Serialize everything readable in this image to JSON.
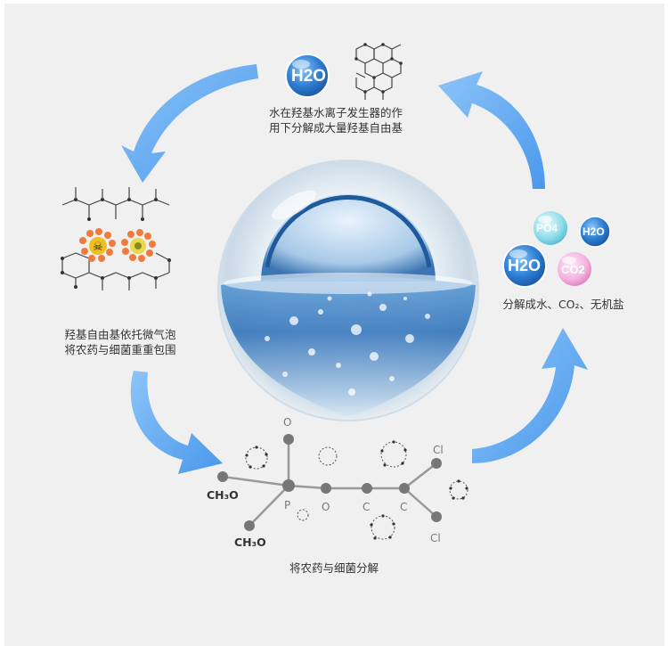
{
  "steps": {
    "top": {
      "line1": "水在羟基水离子发生器的作",
      "line2": "用下分解成大量羟基自由基"
    },
    "left": {
      "line1": "羟基自由基依托微气泡",
      "line2": "将农药与细菌重重包围"
    },
    "bottom": {
      "line1": "将农药与细菌分解"
    },
    "right": {
      "line1": "分解成水、CO₂、无机盐"
    }
  },
  "bubbles": {
    "h2o": "H2O",
    "po4": "PO4",
    "co2": "CO2"
  },
  "molecule": {
    "ch3o_a": "CH₃O",
    "ch3o_b": "CH₃O",
    "o_top": "O",
    "p": "P",
    "o_mid": "O",
    "c1": "C",
    "c2": "C",
    "cl_top": "Cl",
    "cl_bottom": "Cl"
  },
  "colors": {
    "arrow": "#5ea8f2",
    "h2o_bubble": "#2e7fd4",
    "po4_bubble": "#7fd8e8",
    "co2_bubble": "#f2a8d8",
    "danger": "#f06a2a"
  }
}
